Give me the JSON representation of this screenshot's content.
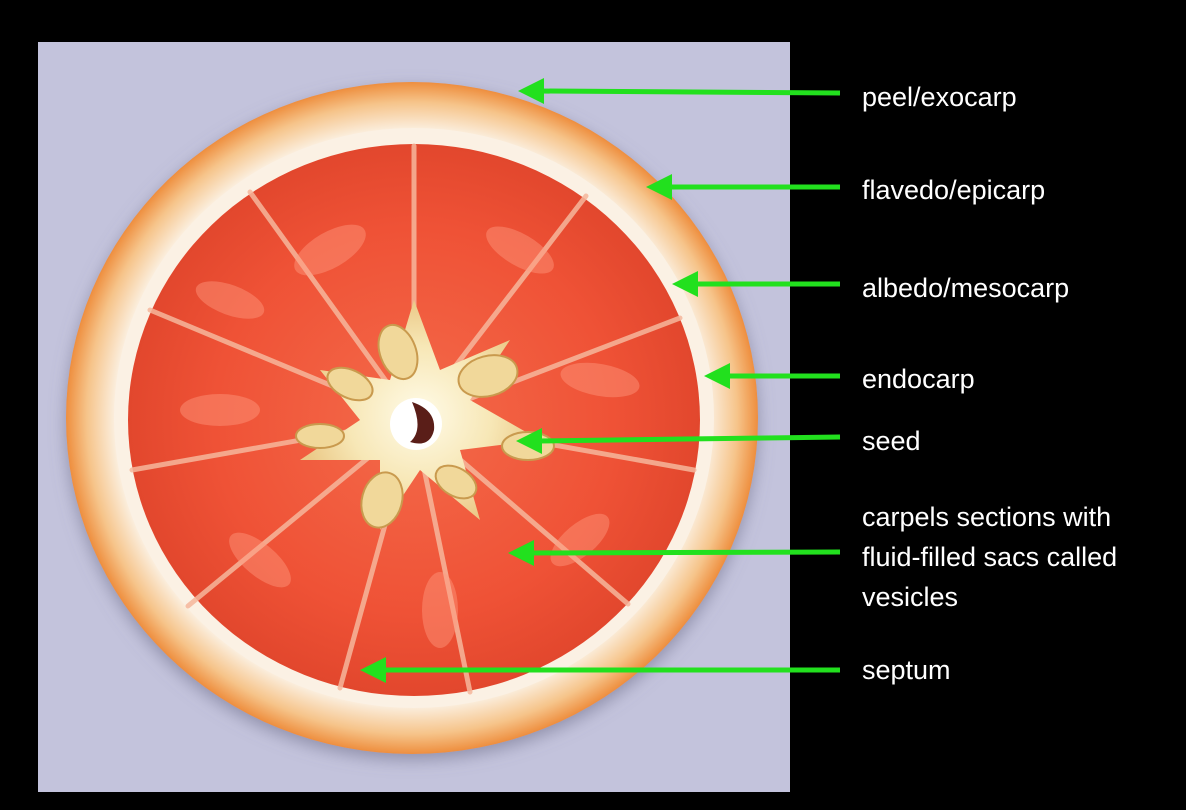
{
  "colors": {
    "background": "#000000",
    "panel": "#c3c3dc",
    "arrow": "#22e01e",
    "label_text": "#ffffff"
  },
  "labels": {
    "peel": "peel/exocarp",
    "flavedo": "flavedo/epicarp",
    "albedo": "albedo/mesocarp",
    "endocarp": "endocarp",
    "seed": "seed",
    "carpels_line1": "carpels sections with",
    "carpels_line2": "fluid-filled sacs called",
    "carpels_line3": "vesicles",
    "septum": "septum"
  }
}
